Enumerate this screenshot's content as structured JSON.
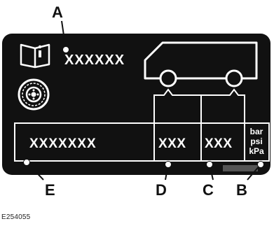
{
  "callouts": {
    "a": "A",
    "b": "B",
    "c": "C",
    "d": "D",
    "e": "E"
  },
  "placard": {
    "top_text": "XXXXXX",
    "cell_e": "XXXXXXX",
    "cell_d": "XXX",
    "cell_c": "XXX",
    "units": [
      "bar",
      "psi",
      "kPa"
    ]
  },
  "icons": {
    "manual": "open-book-icon",
    "tyre": "tyre-icon",
    "vehicle": "van-outline-icon"
  },
  "colors": {
    "panel": "#111111",
    "foreground": "#ffffff",
    "callout_line": "#111111",
    "barcode": "#555555"
  },
  "figure_id": "E254055"
}
